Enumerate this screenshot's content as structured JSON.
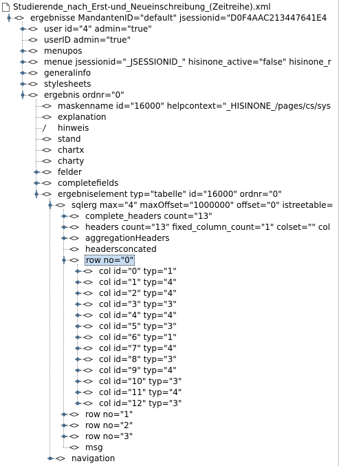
{
  "tree": {
    "nodes": [
      {
        "label": "Studierende_nach_Erst-und_Neueinschreibung_(Zeitreihe).xml",
        "depth": 0,
        "kind": "root-file",
        "handle": "none"
      },
      {
        "label": "ergebnisse MandantenID=\"default\" jsessionid=\"D0F4AAC213447641E4",
        "depth": 1,
        "kind": "element",
        "handle": "expanded"
      },
      {
        "label": "user id=\"4\" admin=\"true\"",
        "depth": 2,
        "kind": "element",
        "handle": "collapsed"
      },
      {
        "label": "userID admin=\"true\"",
        "depth": 2,
        "kind": "element",
        "handle": "none"
      },
      {
        "label": "menupos",
        "depth": 2,
        "kind": "element",
        "handle": "collapsed"
      },
      {
        "label": "menue jsessionid=\"_JSESSIONID_\" hisinone_active=\"false\" hisinone_r",
        "depth": 2,
        "kind": "element",
        "handle": "collapsed"
      },
      {
        "label": "generalinfo",
        "depth": 2,
        "kind": "element",
        "handle": "collapsed"
      },
      {
        "label": "stylesheets",
        "depth": 2,
        "kind": "element",
        "handle": "collapsed"
      },
      {
        "label": "ergebnis ordnr=\"0\"",
        "depth": 2,
        "kind": "element",
        "handle": "expanded"
      },
      {
        "label": "maskenname id=\"16000\" helpcontext=\"_HISINONE_/pages/cs/sys",
        "depth": 3,
        "kind": "element",
        "handle": "none"
      },
      {
        "label": "explanation",
        "depth": 3,
        "kind": "element",
        "handle": "none"
      },
      {
        "label": "hinweis",
        "depth": 3,
        "kind": "text",
        "handle": "none"
      },
      {
        "label": "stand",
        "depth": 3,
        "kind": "element",
        "handle": "none"
      },
      {
        "label": "chartx",
        "depth": 3,
        "kind": "element",
        "handle": "none"
      },
      {
        "label": "charty",
        "depth": 3,
        "kind": "element",
        "handle": "none"
      },
      {
        "label": "felder",
        "depth": 3,
        "kind": "element",
        "handle": "collapsed"
      },
      {
        "label": "completefields",
        "depth": 3,
        "kind": "element",
        "handle": "collapsed"
      },
      {
        "label": "ergebniselement typ=\"tabelle\" id=\"16000\" ordnr=\"0\"",
        "depth": 3,
        "kind": "element",
        "handle": "expanded"
      },
      {
        "label": "sqlerg max=\"4\" maxOffset=\"1000000\" offset=\"0\" istreetable=",
        "depth": 4,
        "kind": "element",
        "handle": "expanded"
      },
      {
        "label": "complete_headers count=\"13\"",
        "depth": 5,
        "kind": "element",
        "handle": "collapsed"
      },
      {
        "label": "headers count=\"13\" fixed_column_count=\"1\" colset=\"\" col",
        "depth": 5,
        "kind": "element",
        "handle": "collapsed"
      },
      {
        "label": "aggregationHeaders",
        "depth": 5,
        "kind": "element",
        "handle": "collapsed"
      },
      {
        "label": "headersconcated",
        "depth": 5,
        "kind": "element",
        "handle": "none"
      },
      {
        "label": "row no=\"0\"",
        "depth": 5,
        "kind": "element",
        "handle": "expanded",
        "selected": true
      },
      {
        "label": "col id=\"0\" typ=\"1\"",
        "depth": 6,
        "kind": "element",
        "handle": "collapsed"
      },
      {
        "label": "col id=\"1\" typ=\"4\"",
        "depth": 6,
        "kind": "element",
        "handle": "collapsed"
      },
      {
        "label": "col id=\"2\" typ=\"4\"",
        "depth": 6,
        "kind": "element",
        "handle": "collapsed"
      },
      {
        "label": "col id=\"3\" typ=\"3\"",
        "depth": 6,
        "kind": "element",
        "handle": "collapsed"
      },
      {
        "label": "col id=\"4\" typ=\"4\"",
        "depth": 6,
        "kind": "element",
        "handle": "collapsed"
      },
      {
        "label": "col id=\"5\" typ=\"3\"",
        "depth": 6,
        "kind": "element",
        "handle": "collapsed"
      },
      {
        "label": "col id=\"6\" typ=\"1\"",
        "depth": 6,
        "kind": "element",
        "handle": "collapsed"
      },
      {
        "label": "col id=\"7\" typ=\"4\"",
        "depth": 6,
        "kind": "element",
        "handle": "collapsed"
      },
      {
        "label": "col id=\"8\" typ=\"3\"",
        "depth": 6,
        "kind": "element",
        "handle": "collapsed"
      },
      {
        "label": "col id=\"9\" typ=\"4\"",
        "depth": 6,
        "kind": "element",
        "handle": "collapsed"
      },
      {
        "label": "col id=\"10\" typ=\"3\"",
        "depth": 6,
        "kind": "element",
        "handle": "collapsed"
      },
      {
        "label": "col id=\"11\" typ=\"4\"",
        "depth": 6,
        "kind": "element",
        "handle": "collapsed"
      },
      {
        "label": "col id=\"12\" typ=\"3\"",
        "depth": 6,
        "kind": "element",
        "handle": "collapsed"
      },
      {
        "label": "row no=\"1\"",
        "depth": 5,
        "kind": "element",
        "handle": "collapsed"
      },
      {
        "label": "row no=\"2\"",
        "depth": 5,
        "kind": "element",
        "handle": "collapsed"
      },
      {
        "label": "row no=\"3\"",
        "depth": 5,
        "kind": "element",
        "handle": "collapsed"
      },
      {
        "label": "msg",
        "depth": 5,
        "kind": "element",
        "handle": "none"
      },
      {
        "label": "navigation",
        "depth": 4,
        "kind": "element",
        "handle": "collapsed"
      }
    ]
  },
  "icons": {
    "element": "xml-element-icon",
    "text": "xml-text-icon",
    "root-file": "file-icon",
    "expanded": "expanded-handle-icon",
    "collapsed": "collapsed-handle-icon"
  },
  "colors": {
    "selection": "#c8ddf2",
    "handle": "#4a6d8c"
  }
}
